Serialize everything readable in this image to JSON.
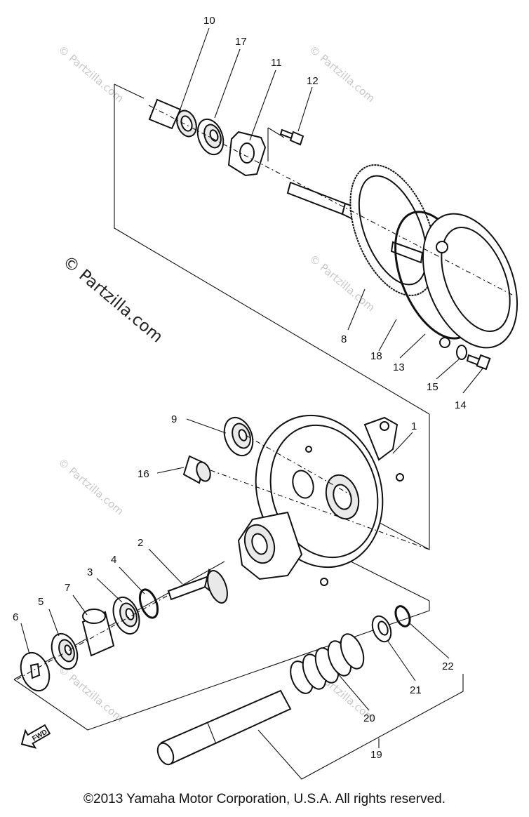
{
  "watermark": {
    "main": "© Partzilla.com",
    "repeat": "© Partzilla.com"
  },
  "callouts": [
    "10",
    "17",
    "11",
    "12",
    "8",
    "18",
    "13",
    "15",
    "14",
    "9",
    "16",
    "1",
    "2",
    "4",
    "3",
    "7",
    "5",
    "6",
    "22",
    "21",
    "20",
    "19"
  ],
  "fwd_label": "FWD",
  "copyright": "©2013  Yamaha Motor Corporation, U.S.A. All rights reserved."
}
